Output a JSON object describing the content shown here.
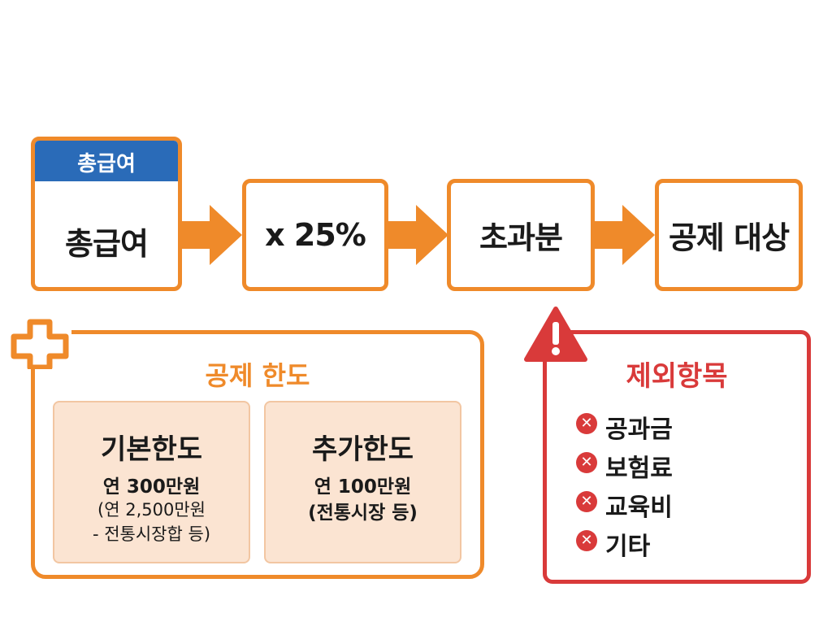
{
  "flow": {
    "steps": [
      {
        "tag": "총급여",
        "label": "총급여"
      },
      {
        "label": "x 25%"
      },
      {
        "label": "초과분"
      },
      {
        "label": "공제 대상"
      }
    ]
  },
  "deduction_limit": {
    "title": "공제 한도",
    "icon": "plus-icon",
    "cards": [
      {
        "title": "기본한도",
        "line1": "연 300만원",
        "line2": "(연 2,500만원",
        "line3": "- 전통시장합 등)"
      },
      {
        "title": "추가한도",
        "line1": "연 100만원",
        "line2": "(전통시장 등)"
      }
    ]
  },
  "exclusions": {
    "title": "제외항목",
    "icon": "warning-icon",
    "items": [
      "공과금",
      "보험료",
      "교육비",
      "기타"
    ]
  },
  "colors": {
    "orange": "#ef8a2a",
    "blue": "#2a6bb8",
    "red": "#d93a3a",
    "peach": "#fbe4d2"
  }
}
